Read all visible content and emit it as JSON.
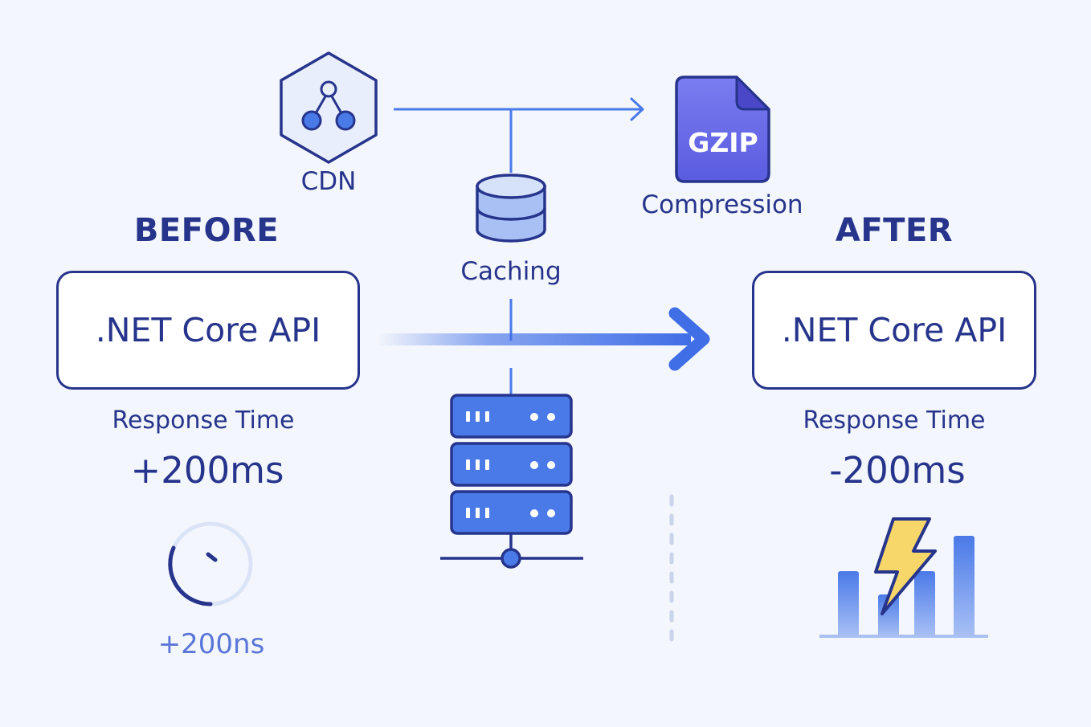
{
  "icons": {
    "cdn": "share-network-icon",
    "caching": "database-icon",
    "server": "server-rack-icon",
    "compression": "gzip-file-icon",
    "before_gauge": "stopwatch-gauge-icon",
    "after_chart": "bar-chart-lightning-icon"
  },
  "colors": {
    "navy": "#26348c",
    "blue": "#3f6ee6",
    "light_blue": "#a9c0f5",
    "violet": "#6a68ea",
    "bolt": "#f7d66a",
    "background": "#f3f6fc"
  },
  "cdn": {
    "label": "CDN"
  },
  "caching": {
    "label": "Caching"
  },
  "compression": {
    "badge": "GZIP",
    "label": "Compression"
  },
  "before": {
    "heading": "BEFORE",
    "api_label": ".NET Core API",
    "metric_label": "Response Time",
    "metric_value": "+200ms",
    "gauge_value": "+200ns"
  },
  "after": {
    "heading": "AFTER",
    "api_label": ".NET Core API",
    "metric_label": "Response Time",
    "metric_value": "-200ms"
  }
}
